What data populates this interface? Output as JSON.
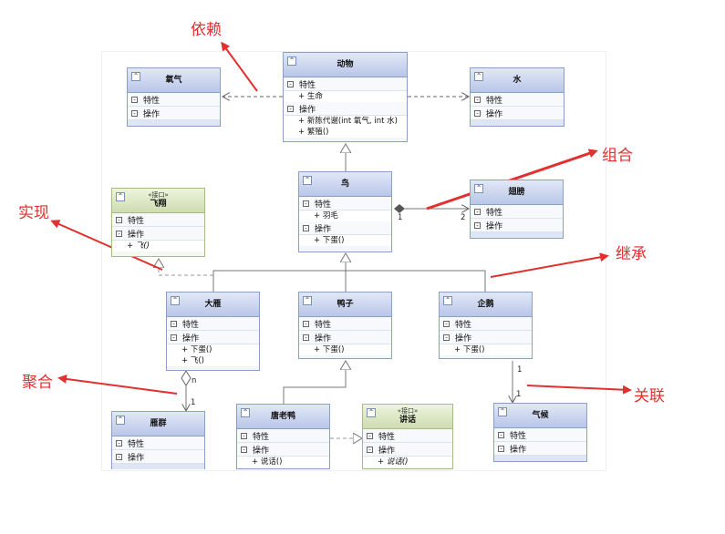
{
  "labels": {
    "depend": "依赖",
    "compose": "组合",
    "realize": "实现",
    "inherit": "继承",
    "aggregate": "聚合",
    "associate": "关联"
  },
  "section_labels": {
    "attrs": "特性",
    "ops": "操作"
  },
  "interface_stereotype": "«接口»",
  "classes": {
    "animal": {
      "name": "动物",
      "attrs": [
        "+ 生命"
      ],
      "ops": [
        "+ 新陈代谢(int 氧气, int 水)",
        "+ 繁殖()"
      ]
    },
    "oxygen": {
      "name": "氧气"
    },
    "water": {
      "name": "水"
    },
    "bird": {
      "name": "鸟",
      "attrs": [
        "+ 羽毛"
      ],
      "ops": [
        "+ 下蛋()"
      ]
    },
    "wing": {
      "name": "翅膀"
    },
    "fly": {
      "name": "飞翔",
      "ops": [
        "+ 飞()"
      ]
    },
    "goose": {
      "name": "大雁",
      "ops": [
        "+ 下蛋()",
        "+ 飞()"
      ]
    },
    "duck": {
      "name": "鸭子",
      "ops": [
        "+ 下蛋()"
      ]
    },
    "penguin": {
      "name": "企鹅",
      "ops": [
        "+ 下蛋()"
      ]
    },
    "flock": {
      "name": "雁群"
    },
    "donald": {
      "name": "唐老鸭",
      "ops": [
        "+ 说话()"
      ]
    },
    "speak": {
      "name": "讲话",
      "ops": [
        "+ 说话()"
      ]
    },
    "climate": {
      "name": "气候"
    }
  },
  "multiplicity": {
    "comp_from": "1",
    "comp_to": "2",
    "agg_from": "n",
    "agg_to": "1",
    "assoc_from": "1",
    "assoc_to": "1"
  },
  "colors": {
    "annotation": "#e03030",
    "class_border": "#8aa0c4",
    "interface_border": "#a8b98a"
  }
}
